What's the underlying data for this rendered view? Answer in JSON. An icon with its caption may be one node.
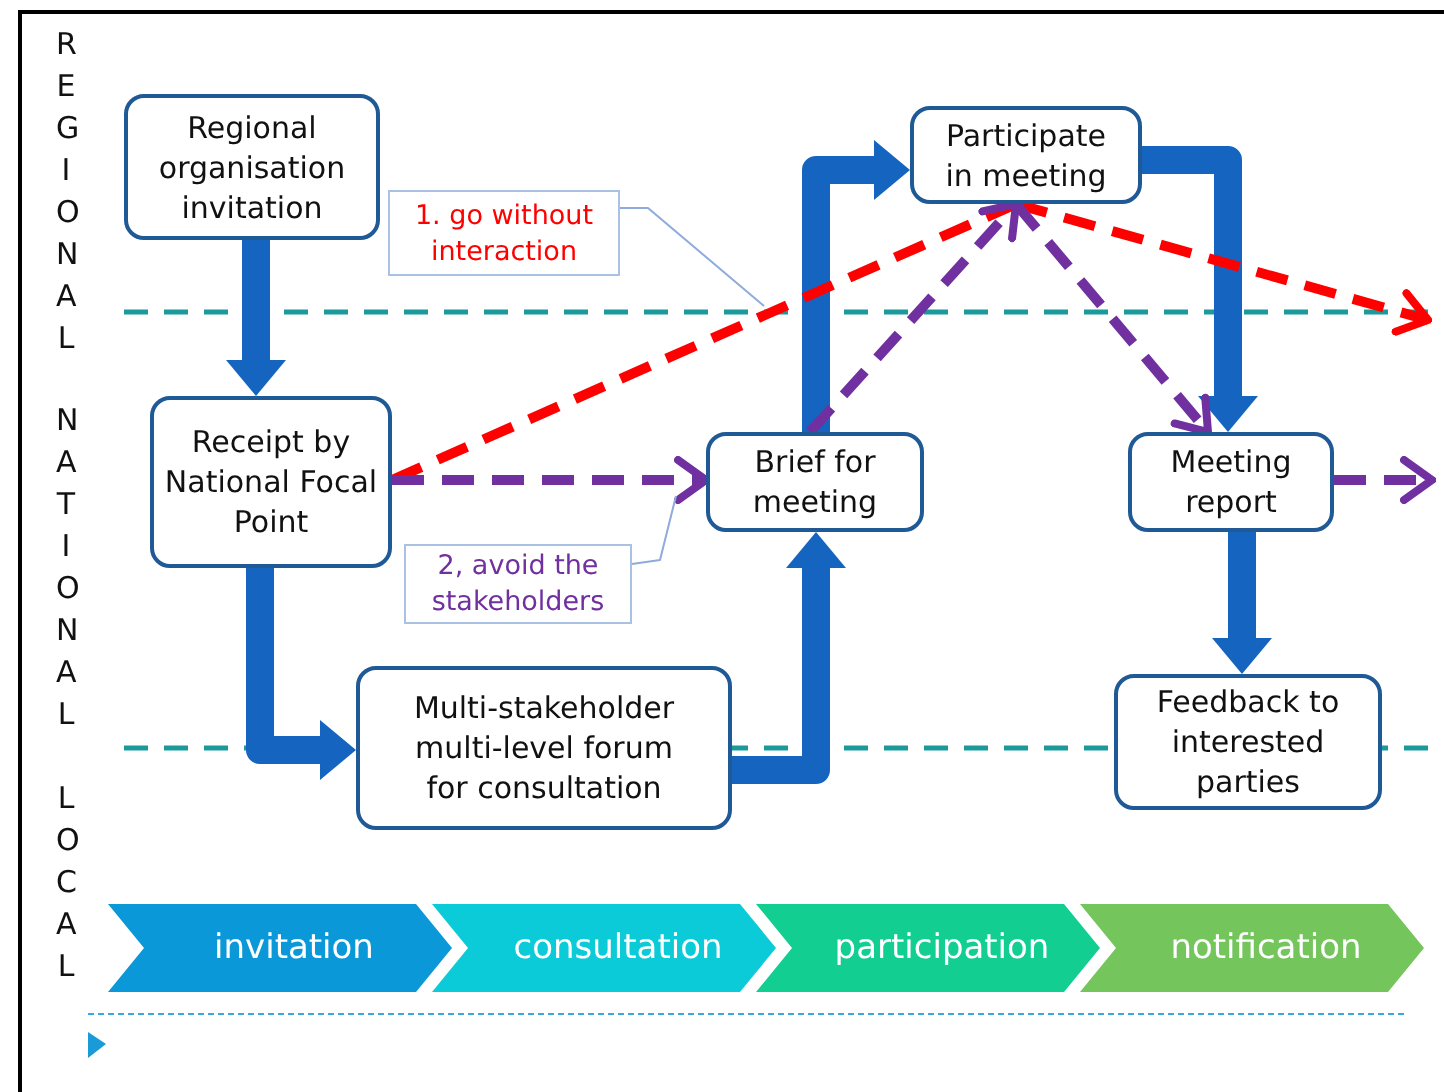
{
  "diagram": {
    "nodes": [
      {
        "text": [
          "Regional organisation invitation"
        ]
      },
      {
        "text": [
          "Receipt by National Focal Point"
        ]
      },
      {
        "text": [
          "Multi-stakeholder multi-level forum for consultation"
        ]
      },
      {
        "text": [
          "Brief for meeting"
        ]
      },
      {
        "text": [
          "Participate in meeting"
        ]
      },
      {
        "text": [
          "Meeting report"
        ]
      },
      {
        "text": [
          "Feedback to interested parties"
        ]
      },
      {
        "text": [
          "1. go without interaction"
        ]
      },
      {
        "text": [
          "2, avoid the stakeholders"
        ]
      },
      {
        "text": [
          "invitation"
        ]
      },
      {
        "text": [
          "consultation"
        ]
      },
      {
        "text": [
          "participation"
        ]
      },
      {
        "text": [
          "notification"
        ]
      }
    ],
    "edges": [
      {
        "from": 0,
        "to": 1,
        "arrow": "to",
        "style": "thick"
      },
      {
        "from": 1,
        "to": 2,
        "arrow": "to",
        "style": "thick"
      },
      {
        "from": 2,
        "to": 3,
        "arrow": "to",
        "style": "thick"
      },
      {
        "from": 3,
        "to": 4,
        "arrow": "to",
        "style": "thick"
      },
      {
        "from": 4,
        "to": 5,
        "arrow": "to",
        "style": "thick"
      },
      {
        "from": 5,
        "to": 6,
        "arrow": "to",
        "style": "thick"
      },
      {
        "from": 1,
        "to": 4,
        "arrow": "none",
        "style": "dashed",
        "color": "#ff0000"
      },
      {
        "from": 4,
        "to": null,
        "arrow": "to",
        "style": "dashed",
        "color": "#ff0000"
      },
      {
        "from": 1,
        "to": 3,
        "arrow": "to",
        "style": "dashed",
        "color": "#7030a0"
      },
      {
        "from": 3,
        "to": 4,
        "arrow": "to",
        "style": "dashed",
        "color": "#7030a0"
      },
      {
        "from": 4,
        "to": 5,
        "arrow": "to",
        "style": "dashed",
        "color": "#7030a0"
      },
      {
        "from": 5,
        "to": null,
        "arrow": "to",
        "style": "dashed",
        "color": "#7030a0"
      },
      {
        "from": 7,
        "to": null,
        "arrow": "none",
        "color": "#8faadc"
      },
      {
        "from": 8,
        "to": null,
        "arrow": "none",
        "color": "#8faadc"
      }
    ],
    "labels": [
      "REGIONAL",
      "NATIONAL",
      "LOCAL"
    ]
  }
}
